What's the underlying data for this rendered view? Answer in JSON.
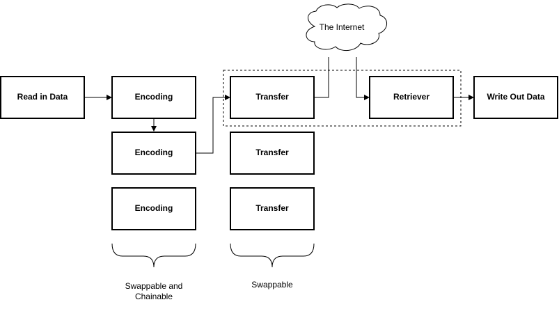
{
  "boxes": {
    "read_in_data": "Read in Data",
    "encoding_1": "Encoding",
    "encoding_2": "Encoding",
    "encoding_3": "Encoding",
    "transfer_1": "Transfer",
    "transfer_2": "Transfer",
    "transfer_3": "Transfer",
    "retriever": "Retriever",
    "write_out_data": "Write Out Data"
  },
  "cloud": {
    "label": "The Internet"
  },
  "captions": {
    "encoding_line1": "Swappable and",
    "encoding_line2": "Chainable",
    "transfer": "Swappable"
  }
}
